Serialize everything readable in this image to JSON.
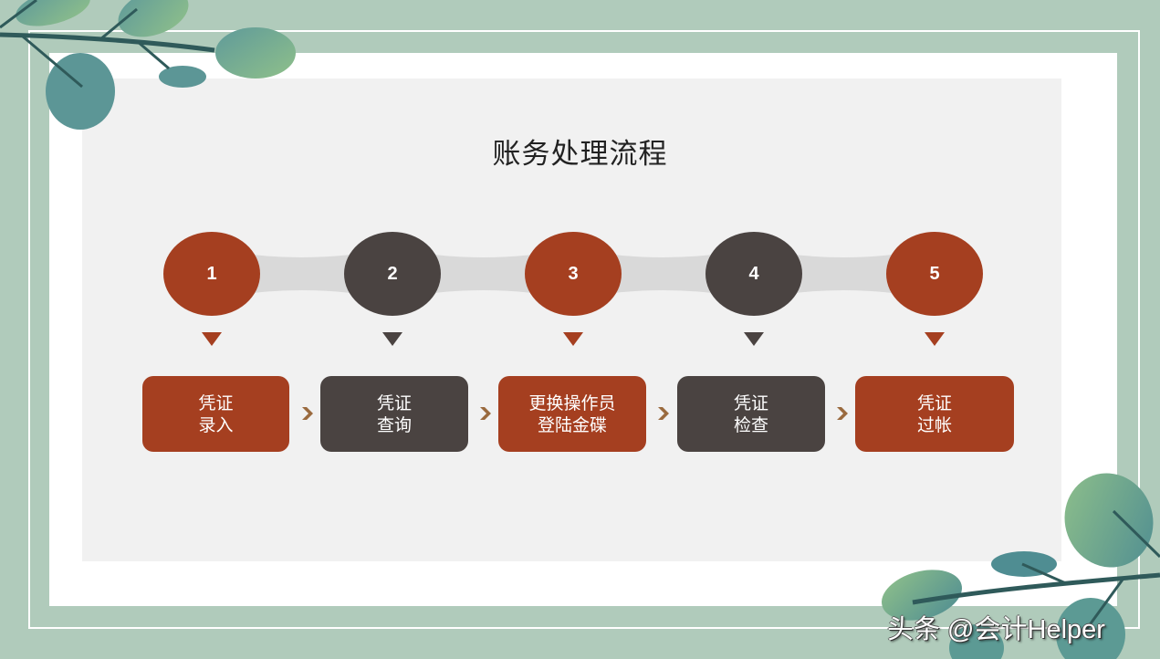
{
  "slide": {
    "title": "账务处理流程",
    "colors": {
      "background": "#b0cbbb",
      "frame_line": "#ffffff",
      "inner_panel": "#ffffff",
      "content_panel": "#f1f1f1",
      "accent_red": "#a53f20",
      "accent_dark": "#4a4341",
      "connector_band": "#d9d9d9",
      "chevron": "#9a6a3e"
    },
    "steps": [
      {
        "number": "1",
        "line1": "凭证",
        "line2": "录入",
        "color": "#a53f20"
      },
      {
        "number": "2",
        "line1": "凭证",
        "line2": "查询",
        "color": "#4a4341"
      },
      {
        "number": "3",
        "line1": "更换操作员",
        "line2": "登陆金碟",
        "color": "#a53f20"
      },
      {
        "number": "4",
        "line1": "凭证",
        "line2": "检查",
        "color": "#4a4341"
      },
      {
        "number": "5",
        "line1": "凭证",
        "line2": "过帐",
        "color": "#a53f20"
      }
    ],
    "arrow_icon": "chevron-right-icon",
    "decorations": [
      "leaf-branch-top-left",
      "leaf-branch-bottom-right"
    ]
  },
  "watermark": "头条 @会计Helper"
}
